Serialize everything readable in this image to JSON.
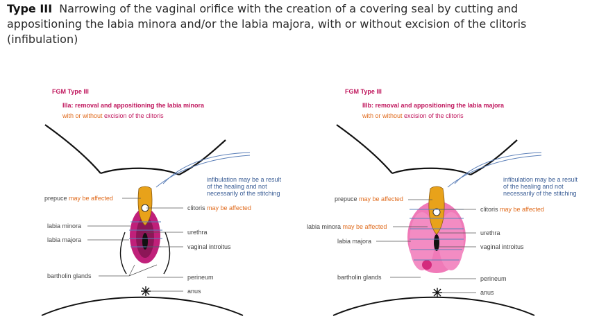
{
  "heading": {
    "type_label": "Type III",
    "description": "Narrowing of the vaginal orifice with the creation of a covering seal by cutting and appositioning the labia minora and/or the labia majora, with or without excision of the clitoris (infibulation)"
  },
  "panels": [
    {
      "title": "FGM Type III",
      "subtitle_a": "IIIa: removal and appositioning the labia minora",
      "subtitle_b_prefix": "with or without",
      "subtitle_b_suffix": "excision of the clitoris",
      "note_line1": "infibulation may be a result",
      "note_line2": "of the healing and not",
      "note_line3": "necessarily of the stitching",
      "labels": {
        "prepuce": "prepuce",
        "prepuce_affected": "may be affected",
        "clitoris": "clitoris",
        "clitoris_affected": "may be affected",
        "labia_minora": "labia minora",
        "labia_majora": "labia majora",
        "urethra": "urethra",
        "vaginal_introitus": "vaginal introitus",
        "bartholin_glands": "bartholin glands",
        "perineum": "perineum",
        "anus": "anus"
      },
      "colors": {
        "labia": "#c0207a",
        "clitoral": "#e8a21a"
      }
    },
    {
      "title": "FGM Type III",
      "subtitle_a": "IIIb: removal and appositioning the labia majora",
      "subtitle_b_prefix": "with or without",
      "subtitle_b_suffix": "excision of the clitoris",
      "note_line1": "infibulation may be a result",
      "note_line2": "of the healing and not",
      "note_line3": "necessarily of the stitching",
      "labels": {
        "prepuce": "prepuce",
        "prepuce_affected": "may be affected",
        "clitoris": "clitoris",
        "clitoris_affected": "may be affected",
        "labia_minora": "labia minora",
        "labia_minora_affected": "may be affected",
        "labia_majora": "labia majora",
        "urethra": "urethra",
        "vaginal_introitus": "vaginal introitus",
        "bartholin_glands": "bartholin glands",
        "perineum": "perineum",
        "anus": "anus"
      },
      "colors": {
        "labia": "#f07ab8",
        "clitoral": "#e8a21a"
      }
    }
  ]
}
